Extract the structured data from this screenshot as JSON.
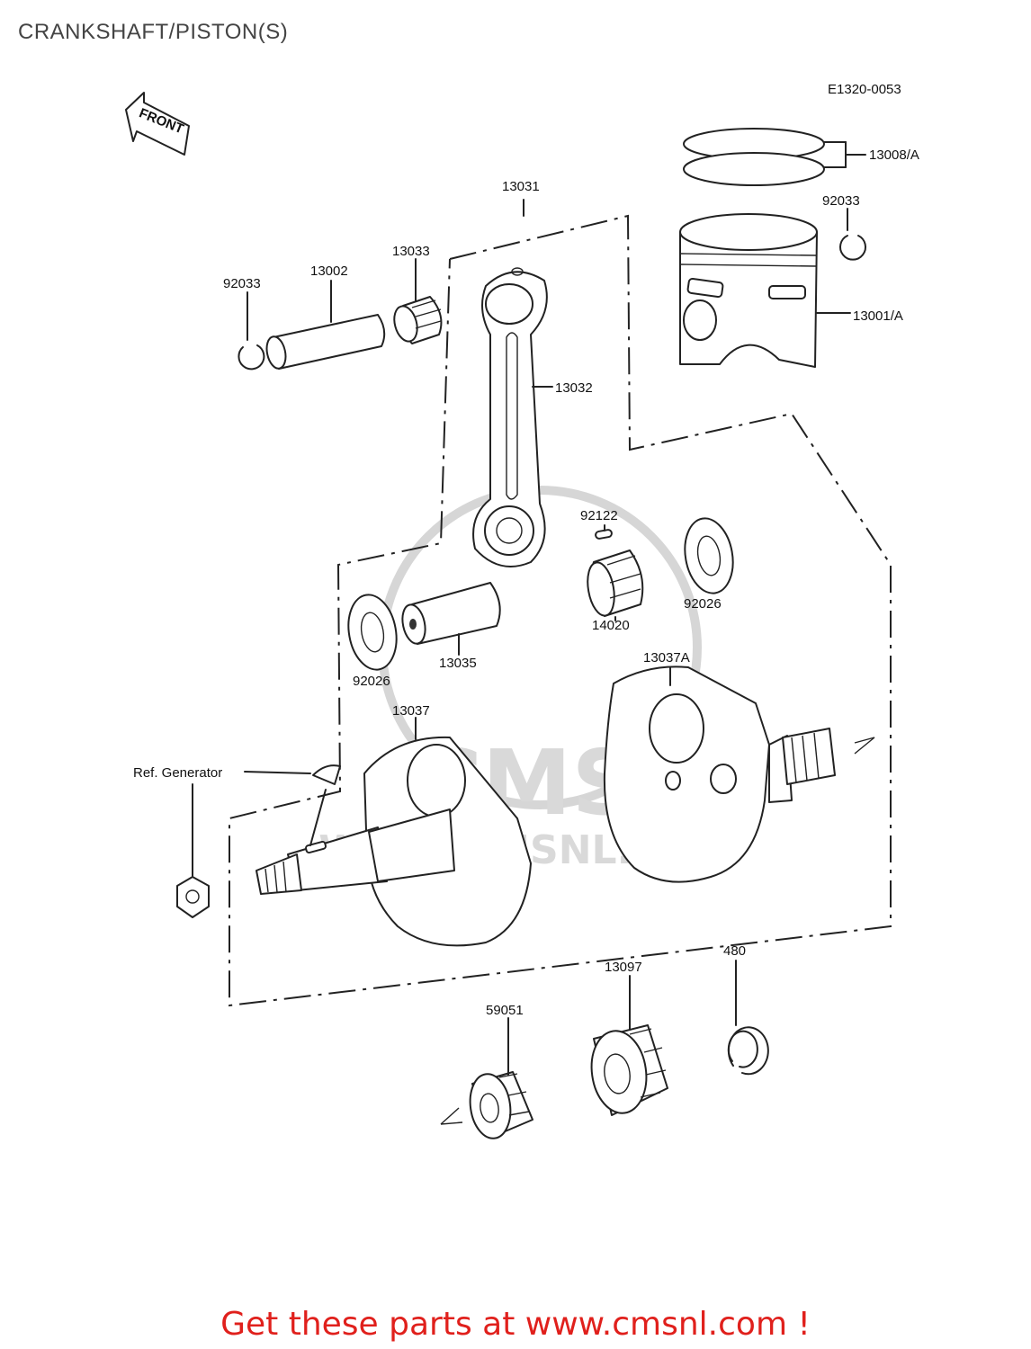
{
  "title": "CRANKSHAFT/PISTON(S)",
  "diagram_code": "E1320-0053",
  "front_label": "FRONT",
  "watermark": {
    "brand": "CMS",
    "url": "WWW.CMSNL.COM"
  },
  "parts": {
    "ring_set": "13008/A",
    "piston_clip_right": "92033",
    "piston": "13001/A",
    "conrod_assy": "13031",
    "conrod": "13032",
    "small_end_bearing": "13033",
    "piston_pin": "13002",
    "piston_clip_left": "92033",
    "pin": "92122",
    "big_end_bearing": "14020",
    "washer_right": "92026",
    "washer_left": "92026",
    "crankpin": "13035",
    "flywheel_right": "13037A",
    "flywheel_left": "13037",
    "ref_generator": "Ref. Generator",
    "gear_small": "59051",
    "gear_large": "13097",
    "circlip": "480"
  },
  "footer": "Get these parts at www.cmsnl.com !"
}
